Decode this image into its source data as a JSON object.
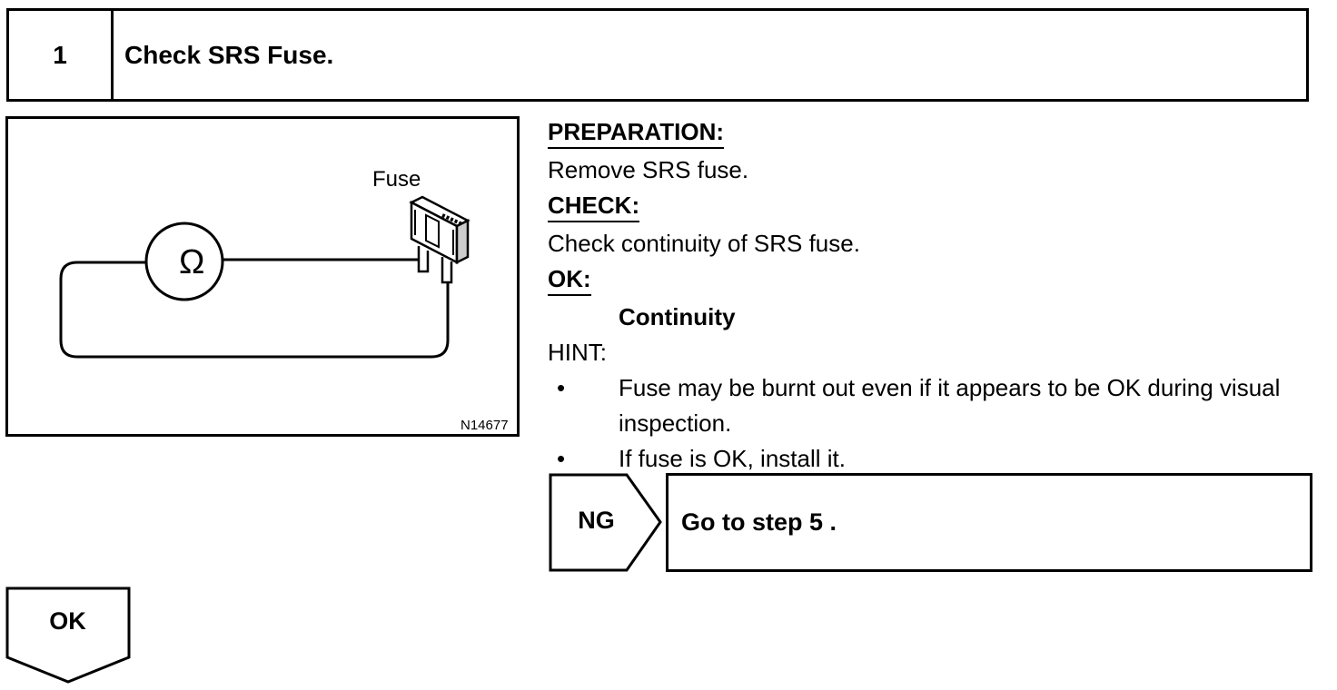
{
  "step": {
    "number": "1",
    "title": "Check SRS Fuse."
  },
  "figure": {
    "fuse_label": "Fuse",
    "ohm_symbol": "Ω",
    "figure_id": "N14677"
  },
  "instructions": {
    "preparation_heading": "PREPARATION:",
    "preparation_text": "Remove SRS fuse.",
    "check_heading": "CHECK:",
    "check_text": "Check continuity of SRS fuse.",
    "ok_heading": "OK:",
    "ok_value": "Continuity",
    "hint_label": "HINT:",
    "hints": [
      "Fuse may be burnt out even if it appears to be OK during visual inspection.",
      "If fuse is OK, install it."
    ]
  },
  "flow": {
    "ng_label": "NG",
    "ng_action": "Go to step 5 .",
    "ok_label": "OK"
  }
}
